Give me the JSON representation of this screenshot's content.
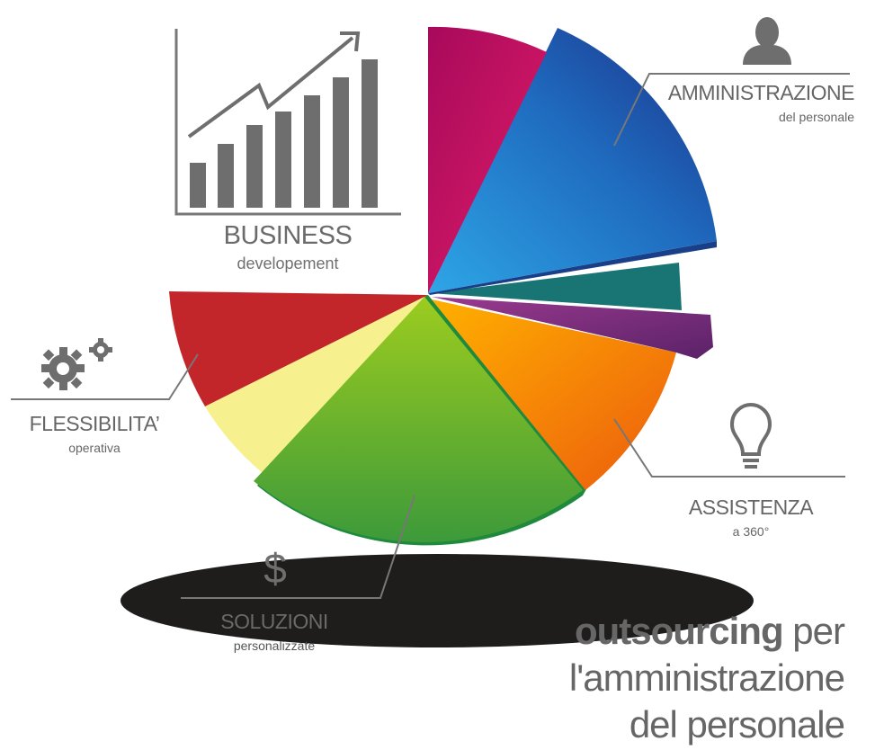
{
  "labels": {
    "business": {
      "title": "BUSINESS",
      "subtitle": "developement"
    },
    "amministrazione": {
      "title": "AMMINISTRAZIONE",
      "subtitle": "del personale"
    },
    "flessibilita": {
      "title": "FLESSIBILITA’",
      "subtitle": "operativa"
    },
    "assistenza": {
      "title": "ASSISTENZA",
      "subtitle": "a 360°"
    },
    "soluzioni": {
      "title": "SOLUZIONI",
      "subtitle": "personalizzate"
    }
  },
  "headline": {
    "bold": "outsourcing",
    "line1_rest": " per",
    "line2": "l'amministrazione",
    "line3": "del personale"
  },
  "icons": {
    "dollar": "$"
  },
  "colors": {
    "magenta": "#c8105e",
    "blue": "#1f77c9",
    "teal": "#1a7576",
    "purple": "#7b2d7e",
    "orange": "#f07a0c",
    "green": "#6cb32b",
    "yellow": "#f5ef8c",
    "red": "#c1262a",
    "shadow": "#1e1b1b",
    "text": "#666666"
  }
}
